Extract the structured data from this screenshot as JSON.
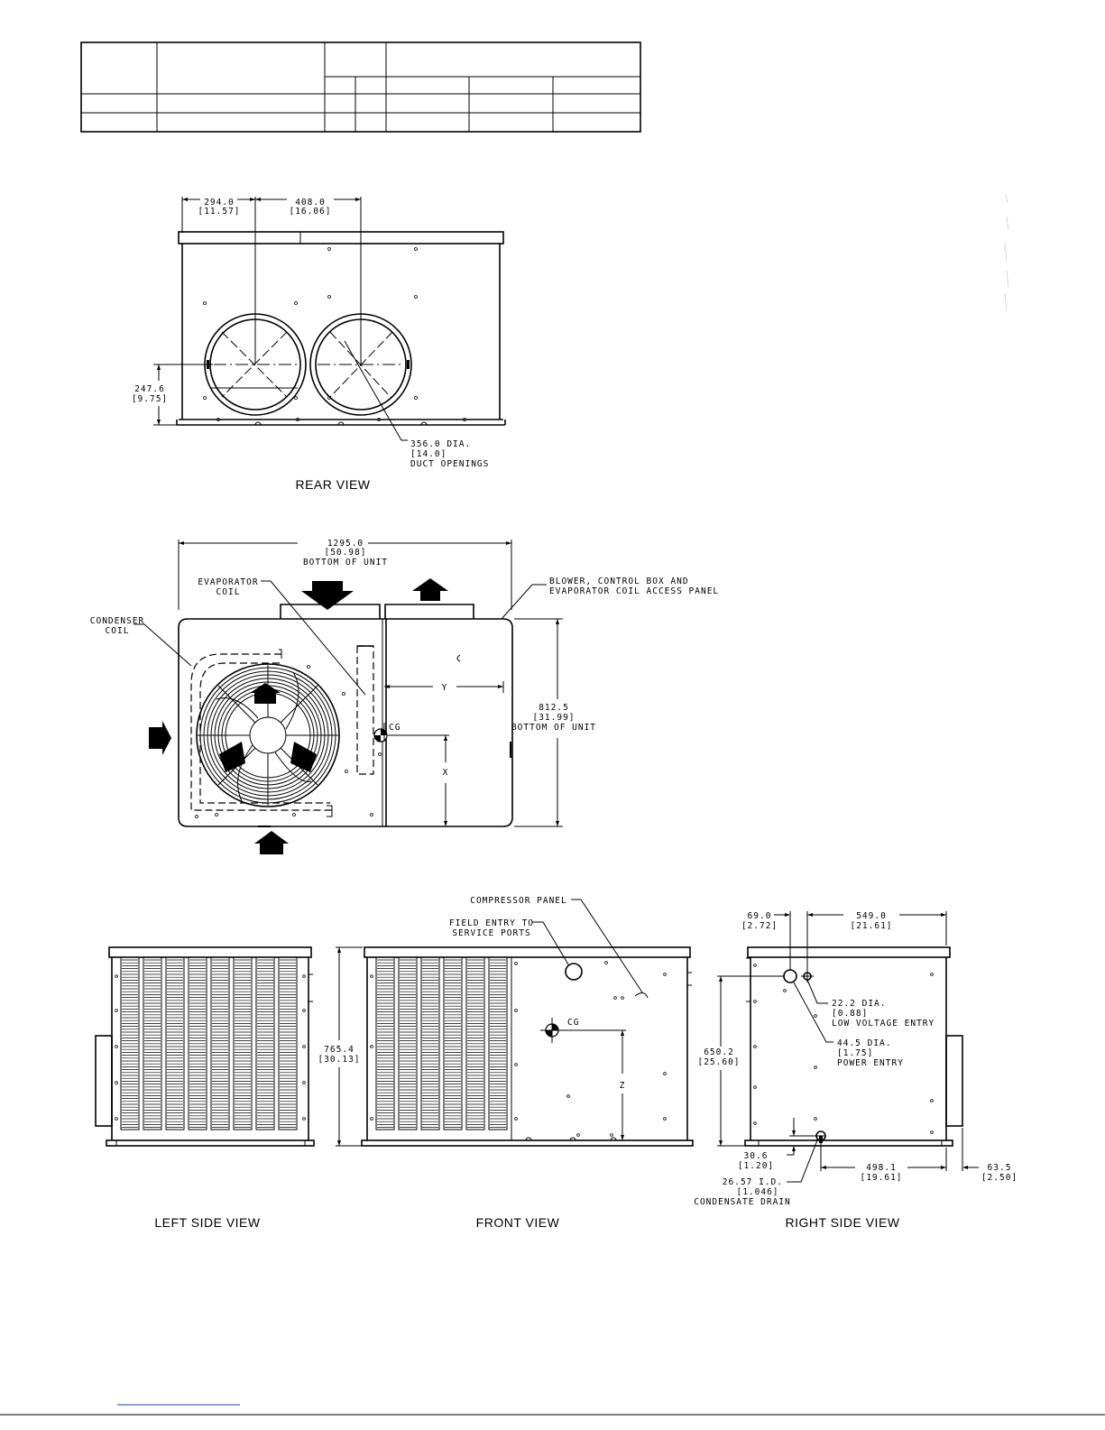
{
  "rear_view": {
    "title": "REAR VIEW",
    "dim_294": "294.0",
    "dim_294_in": "[11.57]",
    "dim_408": "408.0",
    "dim_408_in": "[16.06]",
    "dim_247": "247.6",
    "dim_247_in": "[9.75]",
    "duct_dia": "356.0  DIA.",
    "duct_dia_in": "[14.0]",
    "duct_label": "DUCT OPENINGS"
  },
  "top_view": {
    "width_mm": "1295.0",
    "width_in": "[50.98]",
    "width_label": "BOTTOM OF UNIT",
    "depth_mm": "812.5",
    "depth_in": "[31.99]",
    "depth_label": "BOTTOM OF UNIT",
    "evap_line1": "EVAPORATOR",
    "evap_line2": "COIL",
    "cond_line1": "CONDENSER",
    "cond_line2": "COIL",
    "access_line1": "BLOWER, CONTROL BOX AND",
    "access_line2": "EVAPORATOR COIL ACCESS PANEL",
    "cg": "CG",
    "x": "X",
    "y": "Y"
  },
  "left_view": {
    "title": "LEFT  SIDE  VIEW"
  },
  "front_view": {
    "title": "FRONT  VIEW",
    "compressor_panel": "COMPRESSOR PANEL",
    "field_entry1": "FIELD ENTRY TO",
    "field_entry2": "SERVICE PORTS",
    "height_mm": "765.4",
    "height_in": "[30.13]",
    "cg": "CG",
    "z": "Z"
  },
  "right_view": {
    "title": "RIGHT  SIDE  VIEW",
    "d69": "69.0",
    "d69_in": "[2.72]",
    "d549": "549.0",
    "d549_in": "[21.61]",
    "lv_dia": "22.2   DIA.",
    "lv_dia_in": "[0.88]",
    "lv_label": "LOW VOLTAGE ENTRY",
    "pw_dia": "44.5   DIA.",
    "pw_dia_in": "[1.75]",
    "pw_label": "POWER ENTRY",
    "h650": "650.2",
    "h650_in": "[25.60]",
    "d306": "30.6",
    "d306_in": "[1.20]",
    "d498": "498.1",
    "d498_in": "[19.61]",
    "d635": "63.5",
    "d635_in": "[2.50]",
    "drain_dia": "26.57   I.D.",
    "drain_dia_in": "[1.046]",
    "drain_label": "CONDENSATE DRAIN"
  }
}
